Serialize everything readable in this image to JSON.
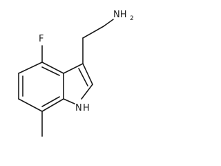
{
  "molecule": {
    "atoms": {
      "fluorine": "F",
      "amine": "NH",
      "amine_subscript": "2",
      "indole_nitrogen": "N",
      "indole_hydrogen": "H"
    }
  }
}
